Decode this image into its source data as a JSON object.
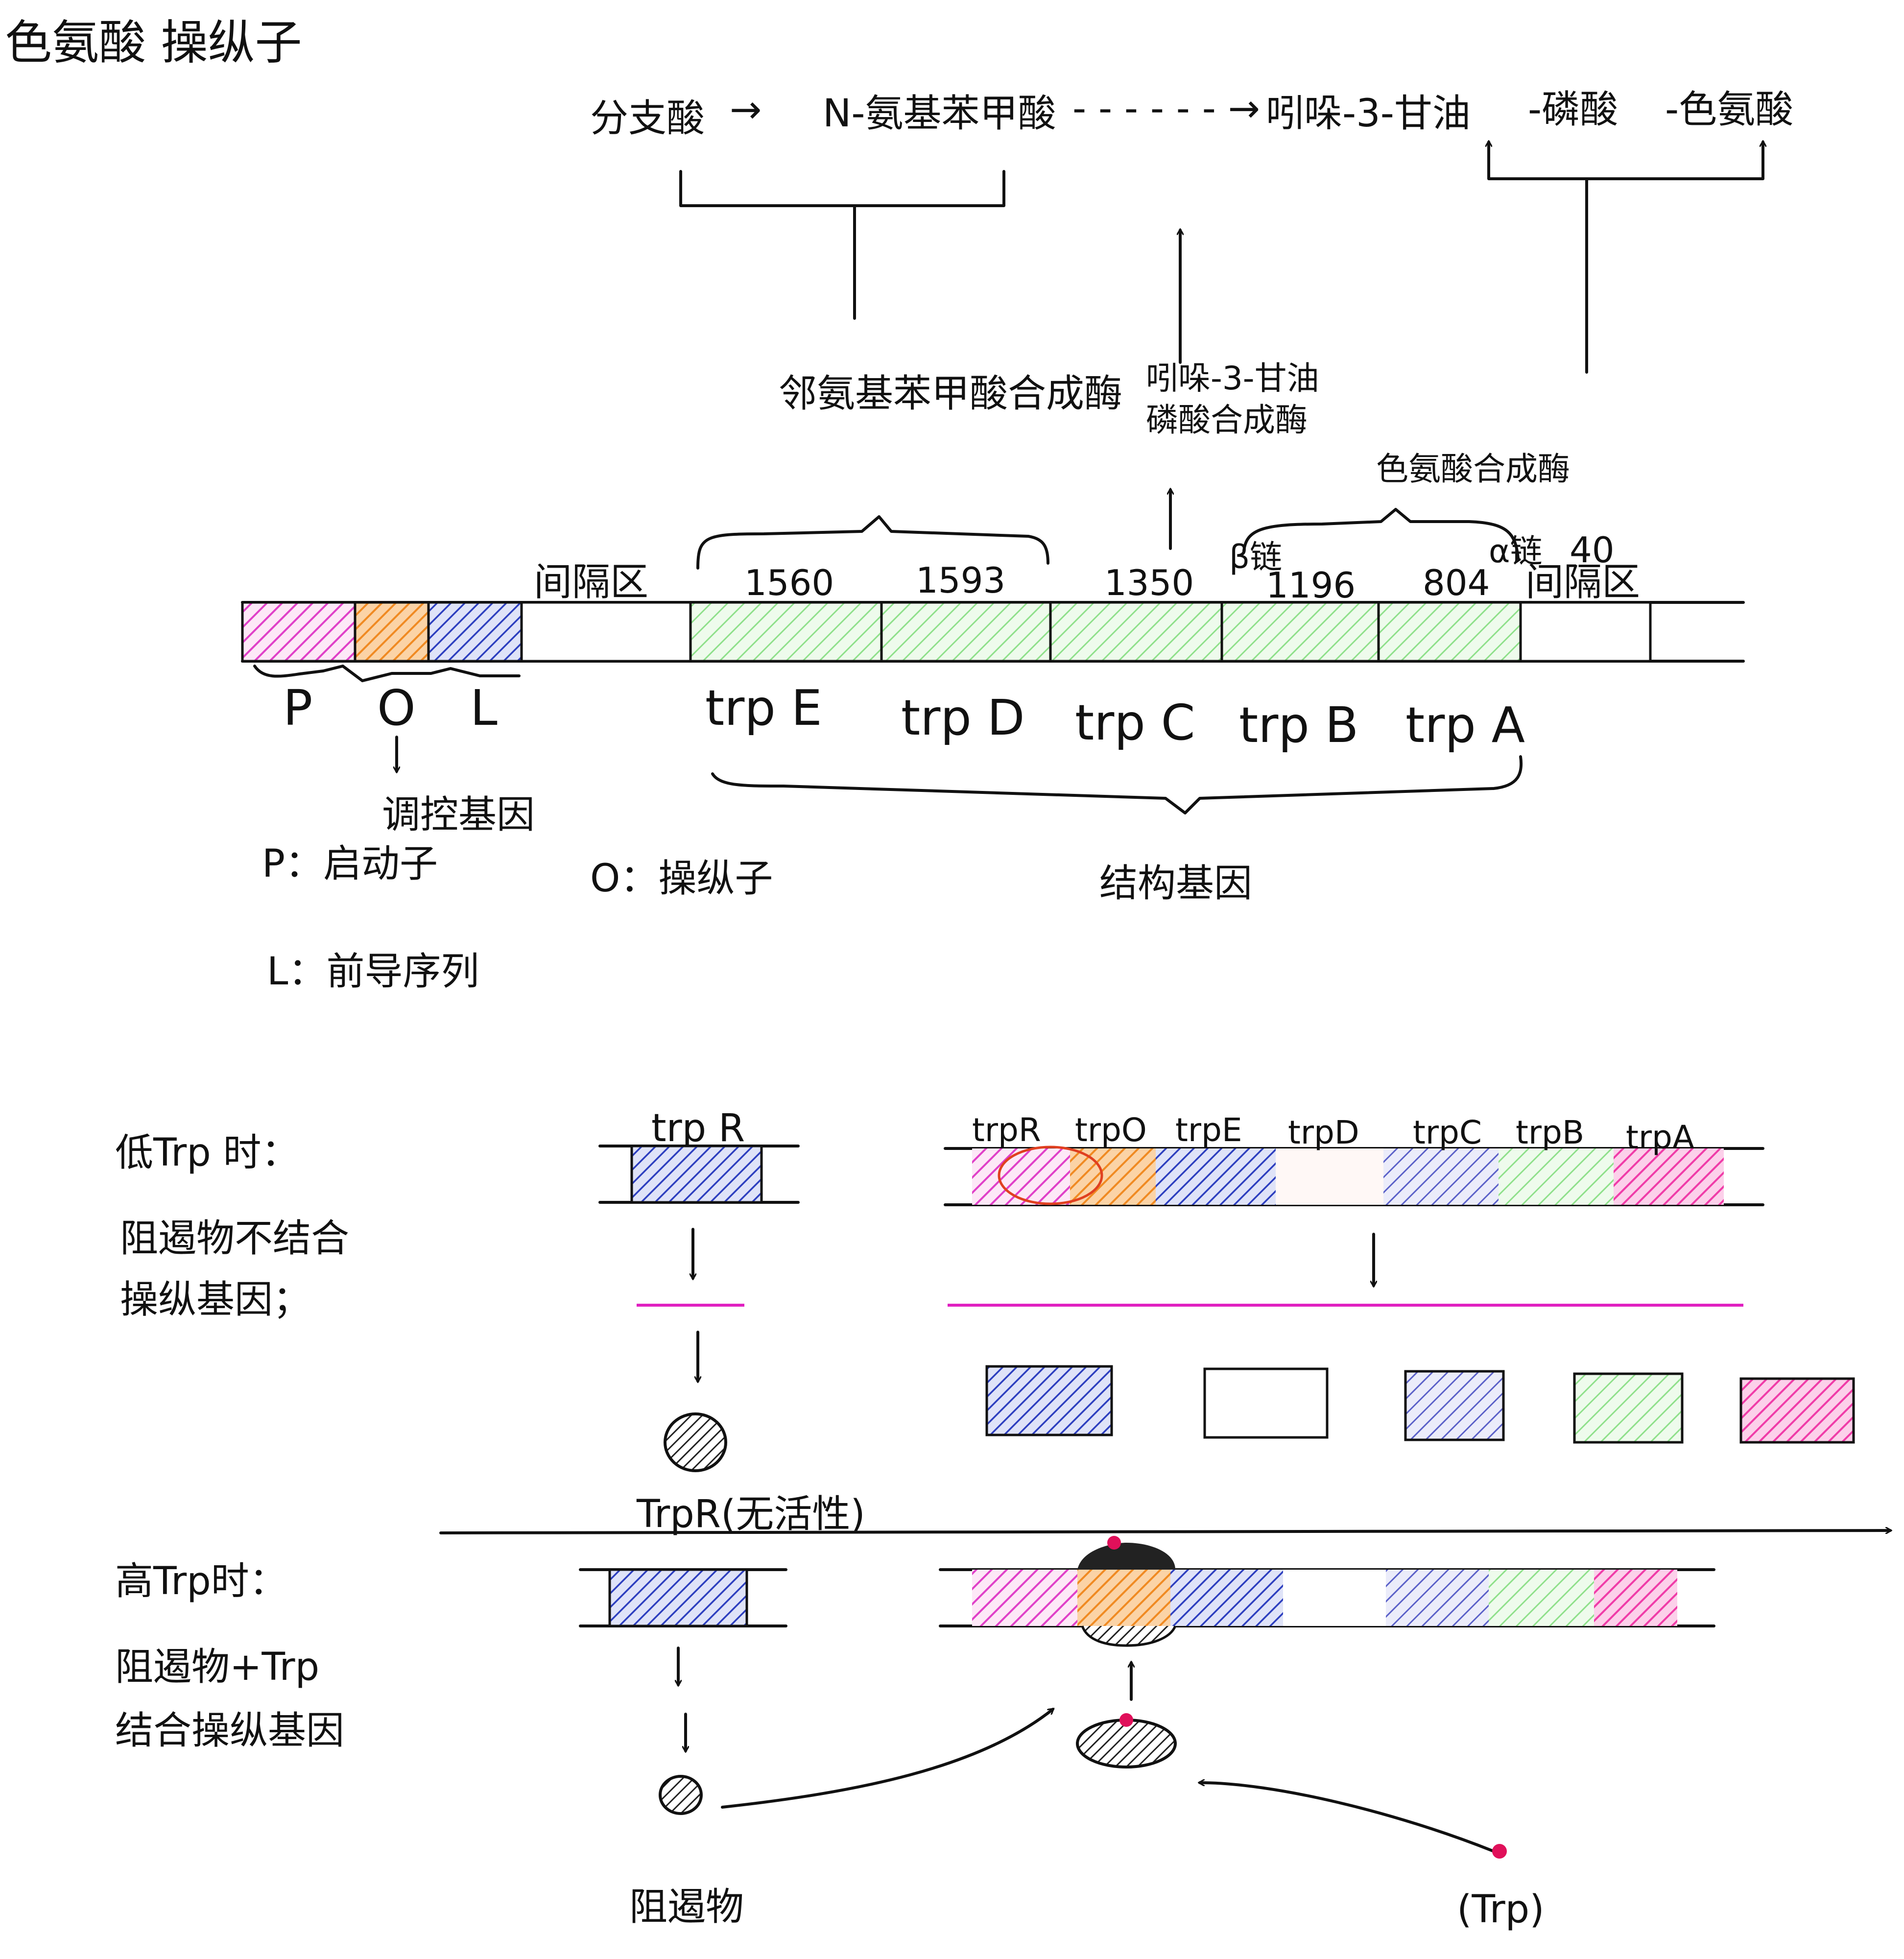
{
  "colors": {
    "magenta": "#e040c8",
    "orange": "#f49a3c",
    "blue": "#2d3fbf",
    "light_blue": "#5a60c8",
    "green": "#8ee08a",
    "pink": "#f03ca8",
    "dark": "#222222",
    "magenta_line": "#e020c0",
    "trp_dot": "#e0105a"
  },
  "title": "色氨酸 操纵子",
  "pathway": {
    "step1": "分支酸",
    "arrow1": "→",
    "step2": "N-氨基苯甲酸",
    "arrow2": "- - - - - - →",
    "step3": "吲哚-3-甘油",
    "step4": "-磷酸",
    "step5": "-色氨酸"
  },
  "enzymes": {
    "enzyme1": "邻氨基苯甲酸合成酶",
    "enzyme2_line1": "吲哚-3-甘油",
    "enzyme2_line2": "磷酸合成酶",
    "enzyme3": "色氨酸合成酶"
  },
  "operon": {
    "spacer_label_left": "间隔区",
    "spacer_label_right": "间隔区",
    "numbers": [
      "1560",
      "1593",
      "1350",
      "1196",
      "804",
      "40"
    ],
    "beta_chain": "β链",
    "alpha_chain": "α链",
    "region_labels": [
      "P",
      "O",
      "L"
    ],
    "genes": [
      "trp E",
      "trp D",
      "trp C",
      "trp B",
      "trp A"
    ],
    "regulatory_label": "调控基因",
    "structural_label": "结构基因",
    "legend_p": "P：启动子",
    "legend_o": "O：操纵子",
    "legend_l": "L：前导序列"
  },
  "low_trp": {
    "heading": "低Trp 时：",
    "desc_line1": "阻遏物不结合",
    "desc_line2": "操纵基因；",
    "trpR_label": "trp R",
    "gene_labels": [
      "trpR",
      "trpO",
      "trpE",
      "trpD",
      "trpC",
      "trpB",
      "trpA"
    ],
    "inactive_label": "TrpR(无活性)"
  },
  "high_trp": {
    "heading": "高Trp时：",
    "desc_line1": "阻遏物+Trp",
    "desc_line2": "结合操纵基因",
    "repressor_label": "阻遏物",
    "trp_label": "(Trp)"
  }
}
